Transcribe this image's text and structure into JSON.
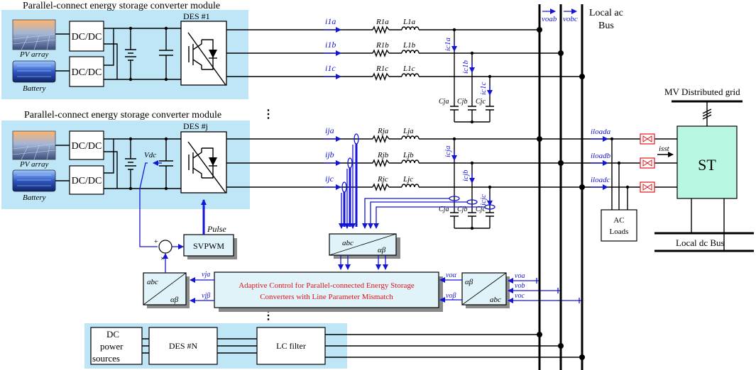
{
  "modules": {
    "top_title": "Parallel-connect energy storage converter module",
    "mid_title": "Parallel-connect energy storage converter module",
    "dcdc": "DC/DC",
    "pv": "PV array",
    "battery": "Battery",
    "des1": "DES #1",
    "desj": "DES #j",
    "desN": "DES #N",
    "dc_power": [
      "DC",
      "power",
      "sources"
    ],
    "lc_filter": "LC filter",
    "ellipsis": "⋮"
  },
  "branch1": {
    "currents": [
      "i1a",
      "i1b",
      "i1c"
    ],
    "resistors": [
      "R1a",
      "R1b",
      "R1c"
    ],
    "inductors": [
      "L1a",
      "L1b",
      "L1c"
    ],
    "cap_currents": [
      "ic1a",
      "ic1b",
      "ic1c"
    ],
    "caps": [
      "Cja",
      "Cjb",
      "Cjc"
    ]
  },
  "branchj": {
    "currents": [
      "ija",
      "ijb",
      "ijc"
    ],
    "resistors": [
      "Rja",
      "Rjb",
      "Rjc"
    ],
    "inductors": [
      "Lja",
      "Ljb",
      "Ljc"
    ],
    "cap_currents": [
      "icja",
      "icjb",
      "icjc"
    ],
    "caps": [
      "Cja",
      "Cjb",
      "Cjc"
    ]
  },
  "signals": {
    "vdc": "Vdc",
    "pulse": "Pulse",
    "svpwm": "SVPWM",
    "vja": "vja",
    "vjb": "vjβ",
    "voa": "voa",
    "vob": "vob",
    "voc": "voc",
    "voa_out": "voα",
    "vob_out": "voβ",
    "voab": "voab",
    "vobc": "vobc",
    "iloada": "iloada",
    "iloadb": "iloadb",
    "iloadc": "iloadc",
    "isst": "isst",
    "plus": "+",
    "minus": "−",
    "times": "×"
  },
  "transforms": {
    "abc": "abc",
    "ab": "αβ"
  },
  "control": {
    "line1": "Adaptive Control for Parallel-connected Energy Storage",
    "line2": "Converters with Line Parameter Mismatch",
    "color": "#e0141a"
  },
  "grid": {
    "local_ac": [
      "Local ac",
      "Bus"
    ],
    "mv": "MV Distributed grid",
    "st": "ST",
    "ac_loads": [
      "AC",
      "Loads"
    ],
    "local_dc": "Local dc Bus"
  },
  "colors": {
    "panel": "#bfe6f6",
    "signal": "#1515d8",
    "st_box": "#b7f7e1",
    "ac_switch": "#e0141a"
  }
}
